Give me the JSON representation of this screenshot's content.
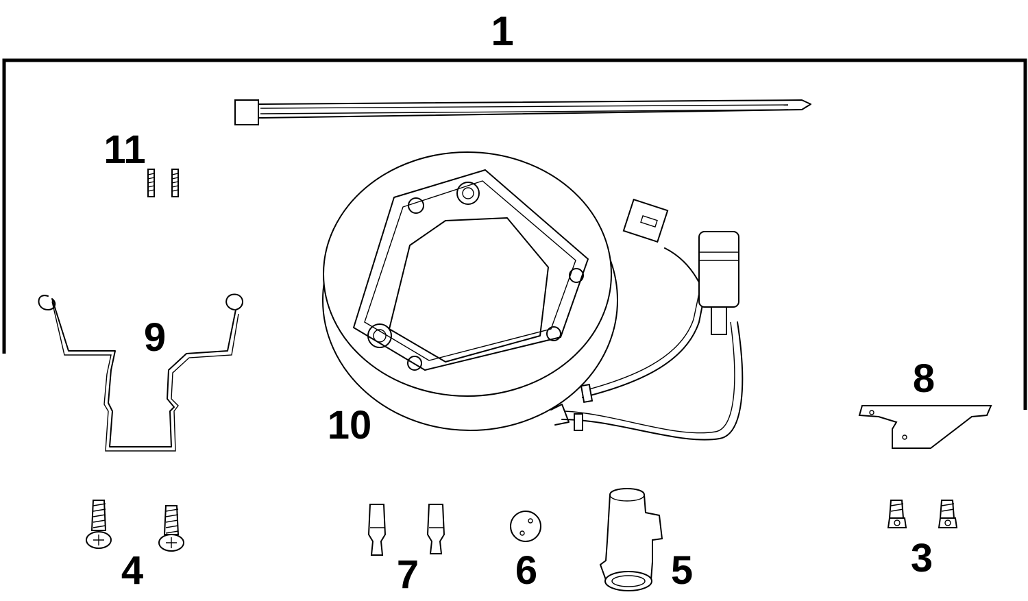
{
  "callouts": {
    "kit": "1",
    "bolt_pair": "3",
    "screw_pair": "4",
    "connector_housing": "5",
    "grommet": "6",
    "terminal_pins": "7",
    "bracket": "8",
    "retaining_clip": "9",
    "coil": "10",
    "small_screws": "11"
  },
  "colors": {
    "line": "#000000",
    "background": "#ffffff"
  }
}
